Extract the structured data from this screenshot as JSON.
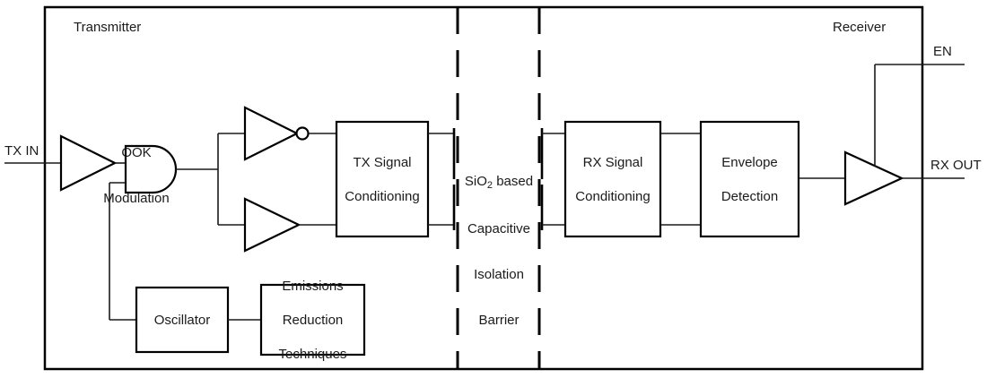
{
  "diagram": {
    "title_sections": {
      "transmitter": "Transmitter",
      "receiver": "Receiver"
    },
    "ports": {
      "tx_in": "TX IN",
      "en": "EN",
      "rx_out": "RX OUT"
    },
    "annotations": {
      "ook_line1": "OOK",
      "ook_line2": "Modulation"
    },
    "barrier": {
      "line1_pre": "SiO",
      "line1_sub": "2",
      "line1_post": " based",
      "line2": "Capacitive",
      "line3": "Isolation",
      "line4": "Barrier"
    },
    "blocks": [
      {
        "id": "tx-signal-conditioning",
        "line1": "TX Signal",
        "line2": "Conditioning"
      },
      {
        "id": "rx-signal-conditioning",
        "line1": "RX Signal",
        "line2": "Conditioning"
      },
      {
        "id": "envelope-detection",
        "line1": "Envelope",
        "line2": "Detection"
      },
      {
        "id": "oscillator",
        "line1": "Oscillator",
        "line2": ""
      },
      {
        "id": "emissions-reduction",
        "line1": "Emissions",
        "line2": "Reduction",
        "line3": "Techniques"
      }
    ],
    "colors": {
      "stroke": "#000000",
      "wire": "#1a1a1a",
      "background": "#ffffff",
      "text": "#1a1a1a"
    }
  }
}
